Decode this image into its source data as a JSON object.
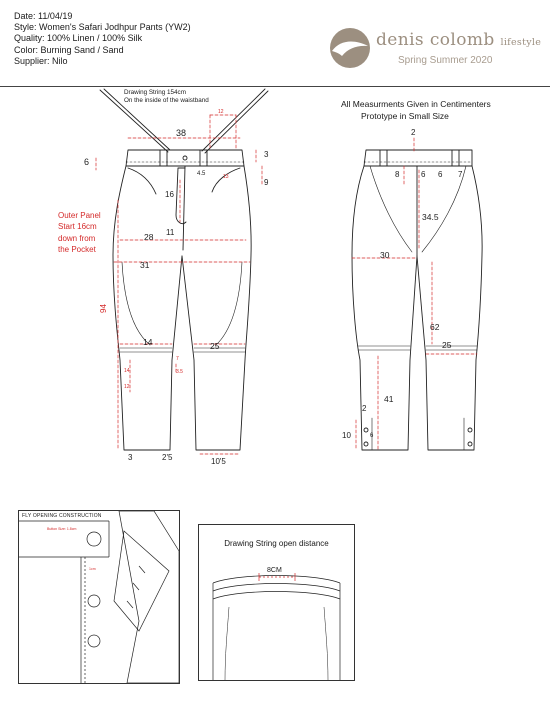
{
  "header": {
    "date": "Date: 11/04/19",
    "style": "Style: Women's Safari Jodhpur Pants (YW2)",
    "quality": "Quality: 100% Linen / 100% Silk",
    "color": "Color: Burning Sand / Sand",
    "supplier": "Supplier: Nilo"
  },
  "logo": {
    "brand": "denis colomb",
    "suffix": "lifestyle",
    "season": "Spring Summer 2020",
    "accent_color": "#9c8f80"
  },
  "notes": {
    "drawstring_line1": "Drawing String 154cm",
    "drawstring_line2": "On the inside of the waistband",
    "measure_line1": "All Measurments Given in Centimenters",
    "measure_line2": "Prototype in Small Size",
    "outer_panel": [
      "Outer Panel",
      "Start 16cm",
      "down from",
      "the Pocket"
    ]
  },
  "front_measurements": {
    "m12": "12",
    "m38": "38",
    "m6": "6",
    "m3": "3",
    "m45": "4.5",
    "m13": "13",
    "m9": "9",
    "m16": "16",
    "m11": "11",
    "m28": "28",
    "m31": "31",
    "m94": "94",
    "m14": "14",
    "m25": "25",
    "m7": "7",
    "m35": "3.5",
    "m14b": "14",
    "m3b": "3",
    "m25b": "2'5",
    "m105": "10'5",
    "m12b": "12"
  },
  "back_measurements": {
    "m2": "2",
    "m8": "8",
    "m6a": "6",
    "m6b": "6",
    "m7": "7",
    "m345": "34.5",
    "m30": "30",
    "m62": "62",
    "m25": "25",
    "m41": "41",
    "m2b": "2",
    "m10": "10",
    "m6c": "6"
  },
  "fly_box": {
    "title": "FLY OPENING CONSTRUCTION",
    "button_note": "Button Size: 1.8cm",
    "small_note": "1cm"
  },
  "drawstring_box": {
    "title": "Drawing String open distance",
    "distance": "8CM"
  },
  "colors": {
    "measure_red": "#d42a2a",
    "line": "#222222"
  }
}
